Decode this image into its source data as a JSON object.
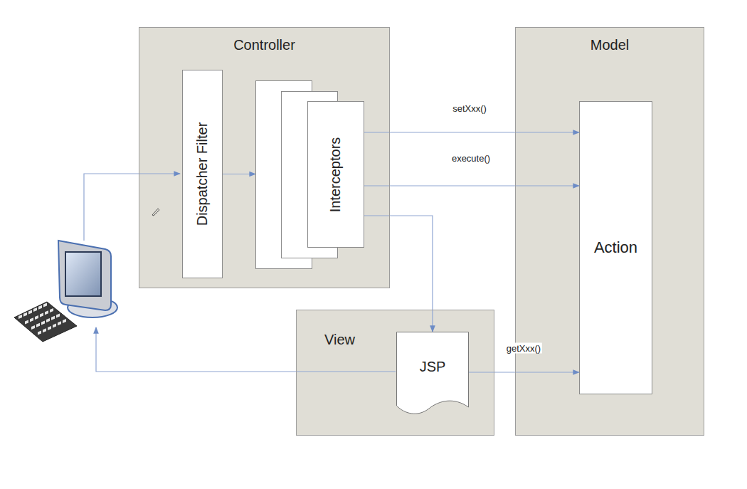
{
  "diagram": {
    "nodes": [
      {
        "text": [
          "Controller"
        ]
      },
      {
        "text": [
          "Dispatcher Filter"
        ],
        "in": 0
      },
      {
        "text": [
          "Interceptors"
        ],
        "in": 0
      },
      {
        "text": [
          "Model"
        ]
      },
      {
        "text": [
          "Action"
        ],
        "in": 3
      },
      {
        "text": [
          "View"
        ]
      },
      {
        "text": [
          "JSP"
        ],
        "in": 5
      }
    ],
    "edges": [
      {
        "from": 1,
        "to": 2,
        "arrow": "to"
      },
      {
        "from": 2,
        "to": 4,
        "label": "setXxx()",
        "arrow": "to"
      },
      {
        "from": 2,
        "to": 4,
        "label": "execute()",
        "arrow": "to"
      },
      {
        "from": 2,
        "to": 6,
        "arrow": "to"
      },
      {
        "from": 6,
        "to": 4,
        "label": "getXxx()",
        "arrow": "to"
      }
    ]
  }
}
